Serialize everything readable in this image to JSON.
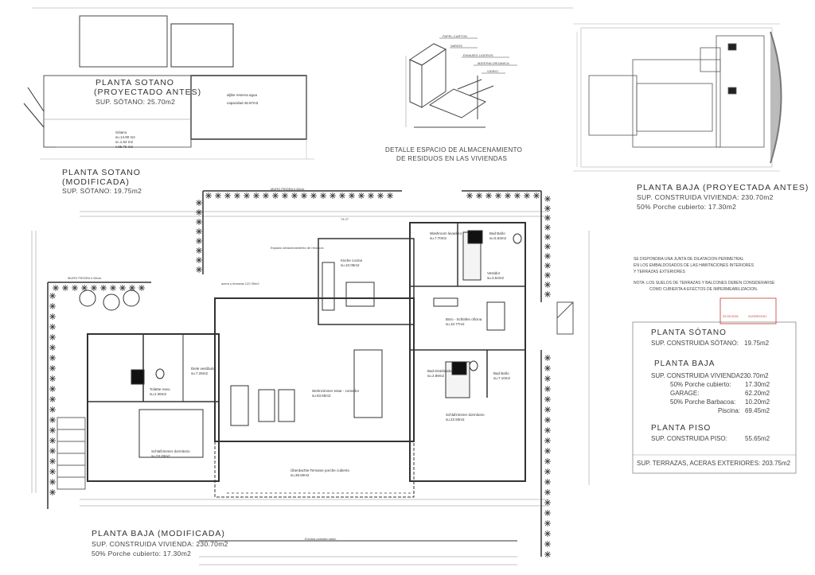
{
  "basement_before": {
    "title": "PLANTA SOTANO",
    "subtitle": "(PROYECTADO ANTES)",
    "area": "SUP. SÓTANO: 25.70m2",
    "room_notes": [
      "Sótano",
      "su.14.80 m2",
      "sc.1.64 m2",
      "v.35.76 m2"
    ],
    "tank_note": [
      "aljibe reserva agua",
      "capacidad 46.97m3"
    ]
  },
  "basement_modified": {
    "title": "PLANTA SOTANO",
    "subtitle": "(MODIFICADA)",
    "area": "SUP. SÓTANO: 19.75m2"
  },
  "waste_detail": {
    "caption_line1": "DETALLE ESPACIO DE ALMACENAMIENTO",
    "caption_line2": "DE RESIDUOS EN LAS VIVIENDAS",
    "labels": [
      "PAPEL-CARTON",
      "VARIOS",
      "ENVASES LIGEROS",
      "MATERIA ORGANICA",
      "VIDRIO"
    ]
  },
  "ground_before": {
    "title": "PLANTA BAJA (PROYECTADA ANTES)",
    "built_area": "SUP. CONSTRUIDA VIVIENDA: 230.70m2",
    "porch": "50% Porche cubierto: 17.30m2"
  },
  "ground_modified": {
    "title": "PLANTA BAJA (MODIFICADA)",
    "built_area": "SUP. CONSTRUIDA VIVIENDA: 230.70m2",
    "porch": "50% Porche cubierto: 17.30m2"
  },
  "notes": {
    "joint": [
      "SE DISPONDRA UNA JUNTA DE DILATACION PERIMETRAL",
      "EN LOS EMBALDOSADOS DE LAS HABITACIONES INTERIORES",
      "Y TERRAZAS EXTERIORES"
    ],
    "terraces": [
      "NOTA: LOS SUELOS DE TERRAZAS Y BALCONES DEBEN CONSIDERARSE",
      "COMO CUBIERTA A EFECTOS DE IMPERMEABILIZACION."
    ]
  },
  "summary": {
    "basement": {
      "title": "PLANTA SÓTANO",
      "rows": [
        [
          "SUP. CONSTRUIDA SÓTANO:",
          "19.75m2"
        ]
      ]
    },
    "ground": {
      "title": "PLANTA BAJA",
      "rows": [
        [
          "SUP. CONSTRUIDA VIVIENDA:",
          "230.70m2"
        ],
        [
          "50% Porche cubierto:",
          "17.30m2"
        ],
        [
          "GARAGE:",
          "62.20m2"
        ],
        [
          "50% Porche Barbacoa:",
          "10.20m2"
        ],
        [
          "Piscina:",
          "69.45m2"
        ]
      ]
    },
    "floor": {
      "title": "PLANTA PISO",
      "rows": [
        [
          "SUP. CONSTRUIDA PISO:",
          "55.65m2"
        ]
      ]
    },
    "terraces": "SUP. TERRAZAS, ACERAS EXTERIORES: 203.75m2"
  },
  "stamp": {
    "date": "22.03.2021",
    "ref": "21/029/21/01"
  },
  "rooms": [
    {
      "name": "Küche cocina",
      "area": "su.10.05m2"
    },
    {
      "name": "Washroom lavadero",
      "area": "su.7.70m2"
    },
    {
      "name": "Bad Baño",
      "area": "su.5.63m2"
    },
    {
      "name": "Vestidor",
      "area": "su.3.64m2"
    },
    {
      "name": "Büro - Schlafen oficina",
      "area": "su.10.77m2"
    },
    {
      "name": "Bad Baño",
      "area": "su.7.10m2"
    },
    {
      "name": "Schlafzimmer dormitorio",
      "area": "su.22.93m2"
    },
    {
      "name": "Wohnzimmer estar - comedor",
      "area": "su.63.65m2"
    },
    {
      "name": "Überdachte Terrasse porche cubierto",
      "area": "su.36.60m2"
    },
    {
      "name": "Schlafzimmer dormitorio",
      "area": "su.23.33m2"
    },
    {
      "name": "Toilette Aseo",
      "area": "su.2.36m2"
    },
    {
      "name": "Diele vestíbulo",
      "area": "su.7.25m2"
    },
    {
      "name": "Bad Distribuidor",
      "area": "su.2.89m2"
    }
  ],
  "labels": {
    "wall_stone": "MURO PIEDRA h.60cm.",
    "walkways": "acera y terrazas 122.05m2",
    "storage": "Espacio almacenamiento de residuos",
    "gate": "Encima portales salón",
    "level": "74.27"
  }
}
